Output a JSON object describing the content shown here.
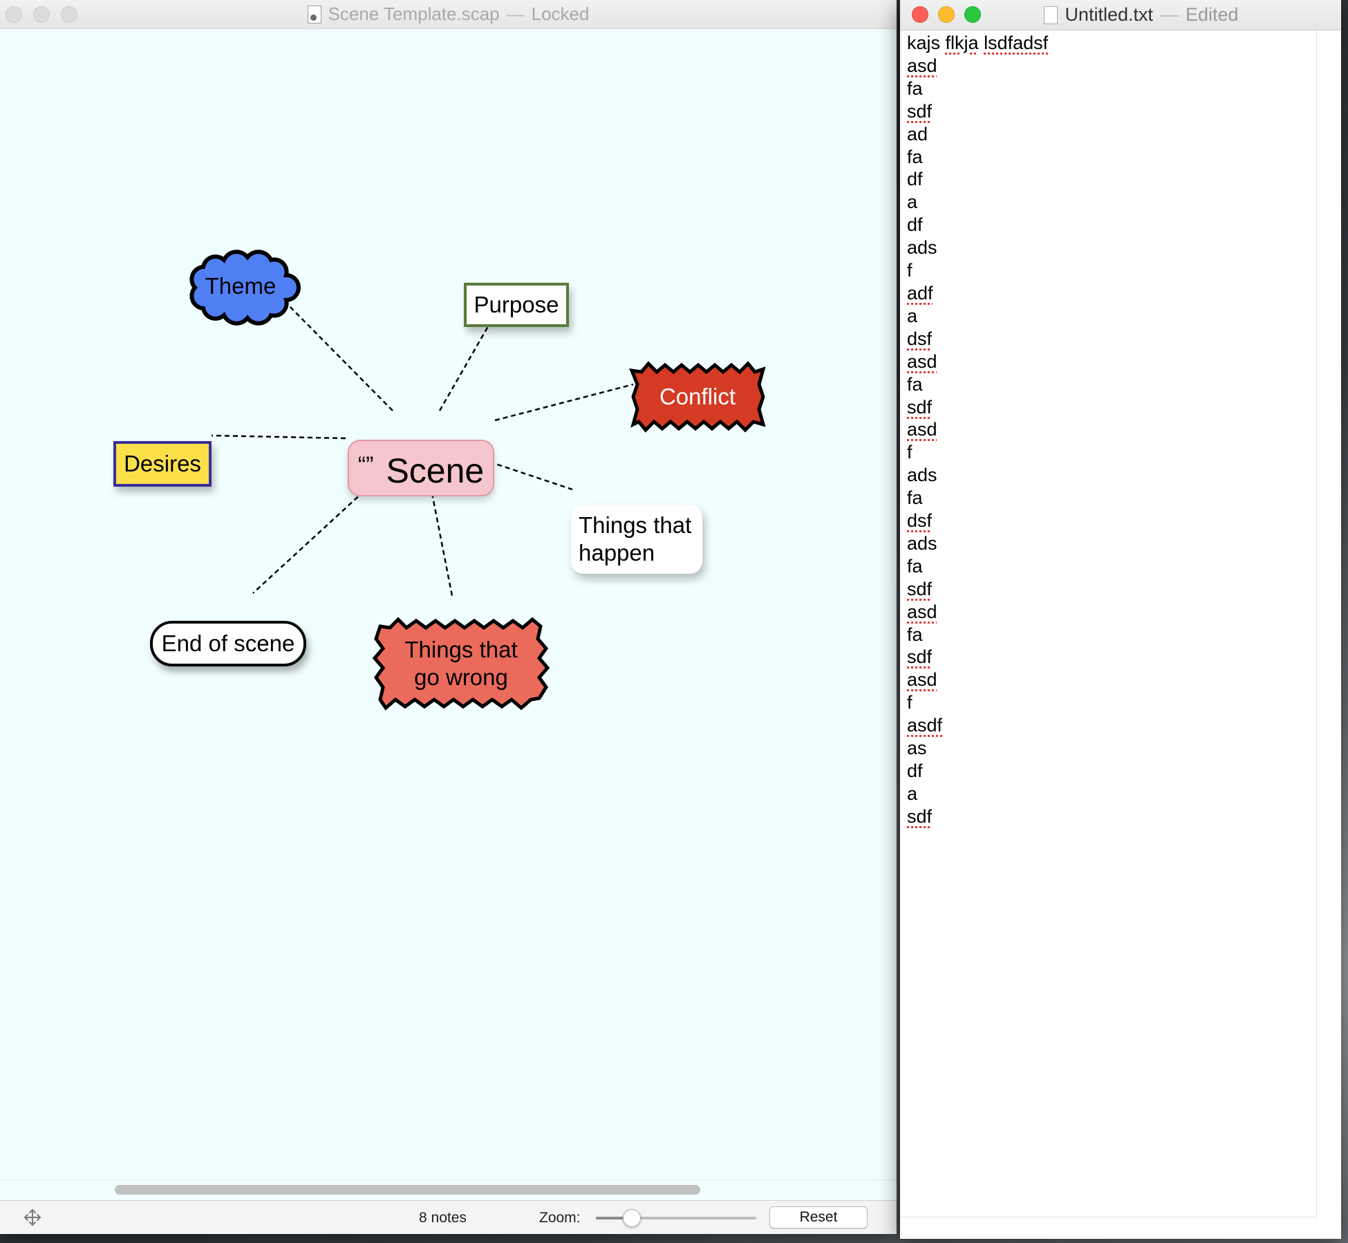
{
  "scapple_window": {
    "title": "Scene Template.scap",
    "title_status": "Locked",
    "notes": {
      "scene": {
        "quote": "“”",
        "label": "Scene",
        "color": "#f5c6cb"
      },
      "theme": {
        "label": "Theme",
        "color": "#4f7ff3"
      },
      "purpose": {
        "label": "Purpose",
        "border": "#5a7a3a"
      },
      "conflict": {
        "label": "Conflict",
        "color": "#d43a24"
      },
      "desires": {
        "label": "Desires",
        "color": "#fbe04a",
        "border": "#3a2f9a"
      },
      "things_happen": {
        "line1": "Things that",
        "line2": "happen"
      },
      "end_of_scene": {
        "label": "End of scene"
      },
      "things_wrong": {
        "line1": "Things that",
        "line2": "go wrong",
        "color": "#ea6b5c"
      }
    },
    "status_bar": {
      "notes_count": "8 notes",
      "zoom_label": "Zoom:",
      "zoom_level": 0.22,
      "reset_label": "Reset"
    }
  },
  "textedit_window": {
    "title": "Untitled.txt",
    "title_status": "Edited",
    "lines": [
      "kajs flkja lsdfadsf",
      "asd",
      "fa",
      "sdf",
      "ad",
      "fa",
      "df",
      "a",
      "df",
      "ads",
      "f",
      "adf",
      "a",
      "dsf",
      "asd",
      "fa",
      "sdf",
      "asd",
      "f",
      "ads",
      "fa",
      "dsf",
      "ads",
      "fa",
      "sdf",
      "asd",
      "fa",
      "sdf",
      "asd",
      "f",
      "asdf",
      "as",
      "df",
      "a",
      "sdf"
    ]
  }
}
